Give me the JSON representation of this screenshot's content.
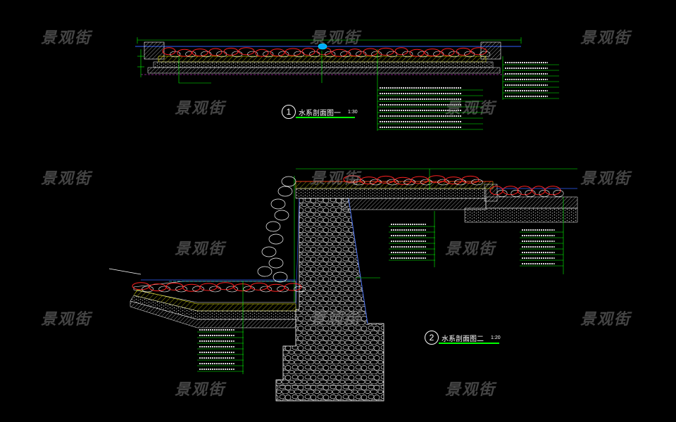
{
  "watermark": "景观街",
  "sections": [
    {
      "number": "1",
      "title": "水系剖面图一",
      "scale": "1:30"
    },
    {
      "number": "2",
      "title": "水系剖面图二",
      "scale": "1:20"
    }
  ],
  "colors": {
    "background": "#000000",
    "line_green": "#00ff00",
    "line_white": "#ffffff",
    "line_red": "#ff2020",
    "line_blue": "#3060ff",
    "line_cyan": "#00ffff",
    "line_yellow": "#ffff00",
    "line_magenta": "#ff40ff"
  }
}
